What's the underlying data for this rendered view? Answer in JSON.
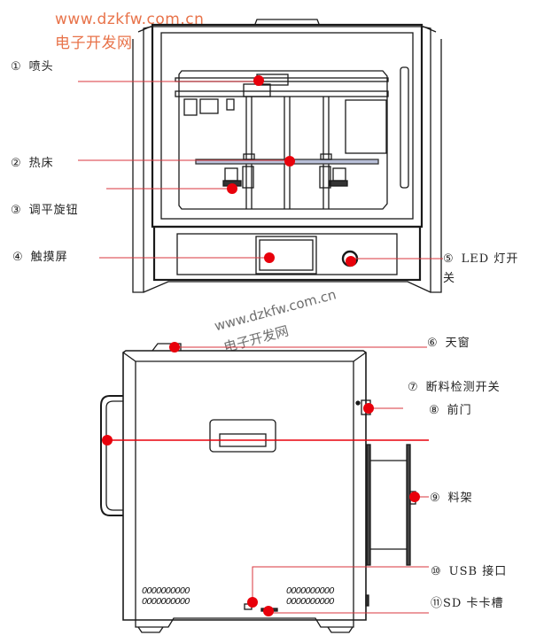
{
  "watermark": {
    "url": "www.dzkfw.com.cn",
    "site_name": "电子开发网"
  },
  "diagram": {
    "title_front": "Front view",
    "title_side": "Side view"
  },
  "callouts": [
    {
      "num": "①",
      "text": "喷头"
    },
    {
      "num": "②",
      "text": "热床"
    },
    {
      "num": "③",
      "text": "调平旋钮"
    },
    {
      "num": "④",
      "text": "触摸屏"
    },
    {
      "num": "⑤",
      "text": "LED 灯开",
      "text2": "关"
    },
    {
      "num": "⑥",
      "text": "天窗"
    },
    {
      "num": "⑦",
      "text": "断料检测开关"
    },
    {
      "num": "⑧",
      "text": "前门"
    },
    {
      "num": "⑨",
      "text": "料架"
    },
    {
      "num": "⑩",
      "text": "USB 接口"
    },
    {
      "num": "⑪",
      "text": "SD 卡卡槽"
    }
  ],
  "colors": {
    "callout_red": "#e8000b",
    "line_red": "#d9363e",
    "watermark_orange": "#e8734a",
    "outline": "#1a1a1a",
    "bed_blue": "#b8bfd8"
  }
}
